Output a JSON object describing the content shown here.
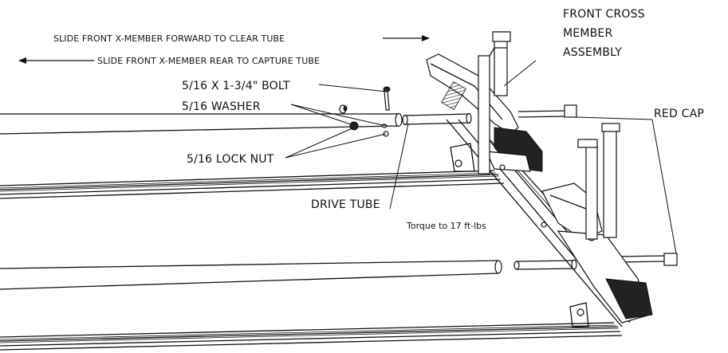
{
  "labels": {
    "slide_forward": "SLIDE FRONT X-MEMBER FORWARD TO CLEAR TUBE",
    "slide_rear": "SLIDE FRONT X-MEMBER REAR TO CAPTURE TUBE",
    "bolt": "5/16 X 1-3/4\" BOLT",
    "washer": "5/16 WASHER",
    "lock_nut": "5/16 LOCK NUT",
    "drive_tube": "DRIVE TUBE",
    "torque": "Torque to 17 ft-lbs",
    "front_cross_line1": "FRONT CROSS",
    "front_cross_line2": "MEMBER",
    "front_cross_line3": "ASSEMBLY",
    "red_cap": "RED CAP"
  }
}
